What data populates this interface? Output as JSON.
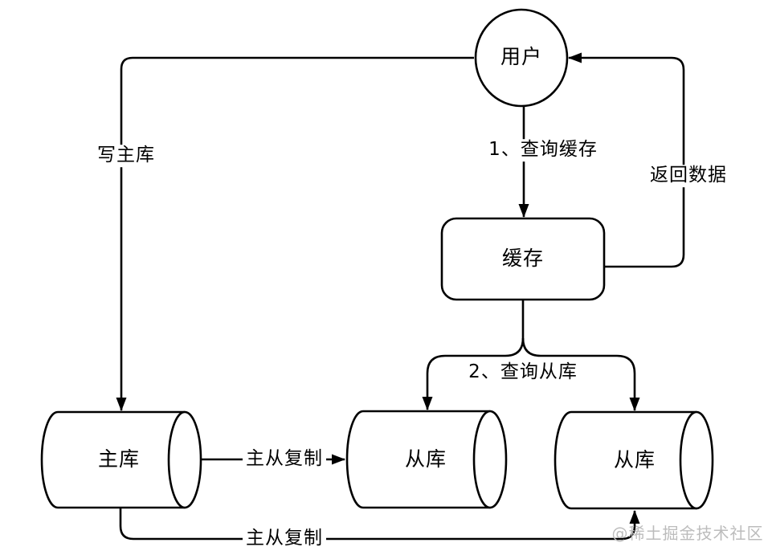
{
  "diagram": {
    "nodes": {
      "user": "用户",
      "cache": "缓存",
      "master": "主库",
      "slave1": "从库",
      "slave2": "从库"
    },
    "edges": {
      "write_master": "写主库",
      "query_cache": "1、查询缓存",
      "return_data": "返回数据",
      "query_slaves": "2、查询从库",
      "replication_mid": "主从复制",
      "replication_bottom": "主从复制"
    },
    "icons": {
      "user_shape": "circle",
      "cache_shape": "rounded-rectangle",
      "db_shape": "cylinder"
    }
  },
  "watermark": "@稀土掘金技术社区",
  "colors": {
    "line": "#000000",
    "background": "#ffffff",
    "watermark": "#bcbcbc"
  }
}
